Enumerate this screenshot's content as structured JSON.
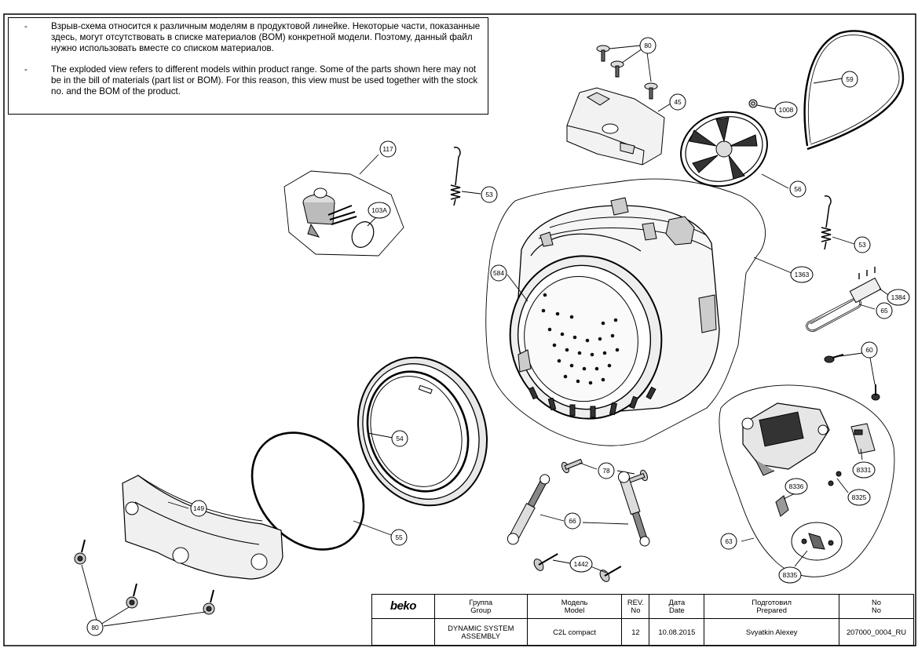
{
  "notes": {
    "ru_dash": "-",
    "ru_text": "Взрыв-схема относится к различным моделям в продуктовой линейке. Некоторые части, показанные здесь, могут отсутствовать в списке материалов (BOM) конкретной модели. Поэтому, данный файл нужно использовать вместе со списком материалов.",
    "en_dash": "-",
    "en_text": "The exploded view refers to different models within product range. Some of the parts shown here may not be in the bill of materials (part list or BOM). For this reason, this view must be used together with the stock no. and the BOM of the product."
  },
  "callouts": {
    "c80a": "80",
    "c45": "45",
    "c59": "59",
    "c1008": "1008",
    "c117": "117",
    "c103a": "103A",
    "c53a": "53",
    "c56": "56",
    "c53b": "53",
    "c584": "584",
    "c1363": "1363",
    "c1384": "1384",
    "c65": "65",
    "c60": "60",
    "c54": "54",
    "c78": "78",
    "c149": "149",
    "c66": "66",
    "c55": "55",
    "c8331": "8331",
    "c8336": "8336",
    "c8325": "8325",
    "c63": "63",
    "c1442": "1442",
    "c8335": "8335",
    "c80b": "80"
  },
  "title_block": {
    "logo": "beko",
    "group_ru": "Группа",
    "group_en": "Group",
    "model_ru": "Модель",
    "model_en": "Model",
    "rev_ru": "REV.",
    "rev_en": "No",
    "date_ru": "Дата",
    "date_en": "Date",
    "prep_ru": "Подготовил",
    "prep_en": "Prepared",
    "no_ru": "No",
    "no_en": "No",
    "group_value_1": "DYNAMIC SYSTEM",
    "group_value_2": "ASSEMBLY",
    "model_value": "C2L compact",
    "rev_value": "12",
    "date_value": "10.08.2015",
    "prepared_value": "Svyatkin Alexey",
    "no_value": "207000_0004_RU"
  },
  "colors": {
    "line": "#000000",
    "paper": "#ffffff",
    "part_fill": "#f2f2f2",
    "part_dark": "#404040"
  }
}
